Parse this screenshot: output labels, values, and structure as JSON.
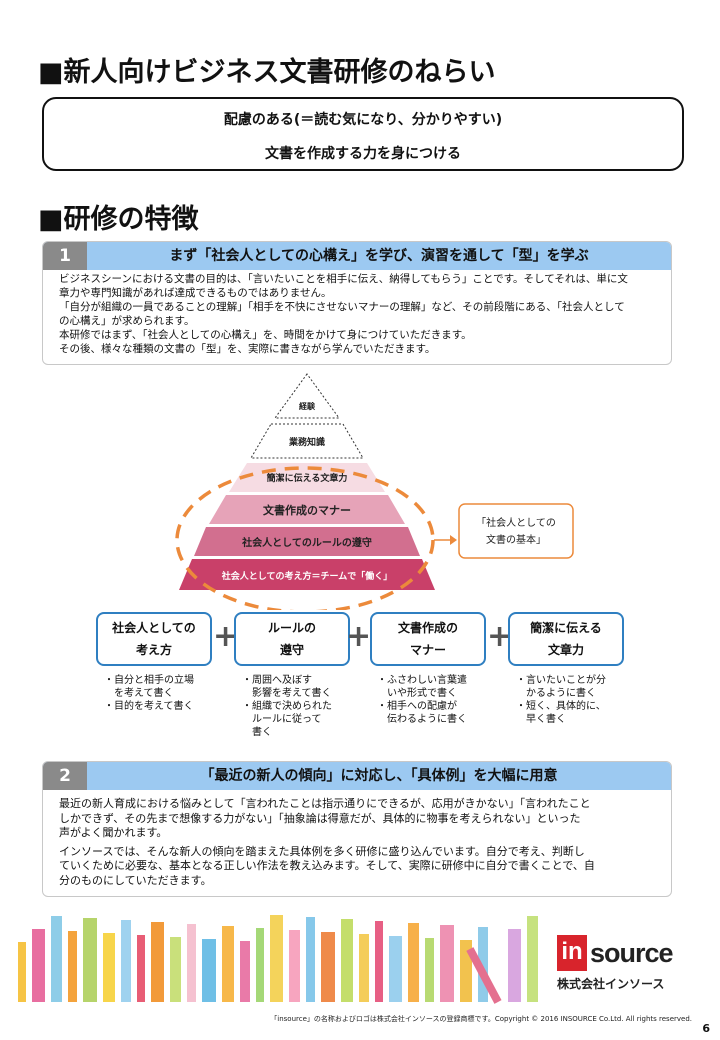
{
  "heading1": "■新人向けビジネス文書研修のねらい",
  "aim": {
    "line1": "配慮のある(＝読む気になり、分かりやすい)",
    "line2": "文書を作成する力を身につける"
  },
  "heading2": "■研修の特徴",
  "section1": {
    "number": "1",
    "title": "まず「社会人としての心構え」を学び、演習を通して「型」を学ぶ",
    "lines": [
      "ビジネスシーンにおける文書の目的は、「言いたいことを相手に伝え、納得してもらう」ことです。そしてそれは、単に文",
      "章力や専門知識があれば達成できるものではありません。",
      "「自分が組織の一員であることの理解」「相手を不快にさせないマナーの理解」など、その前段階にある、「社会人として",
      "の心構え」が求められます。",
      "本研修ではまず、「社会人としての心構え」を、時間をかけて身につけていただきます。",
      "その後、様々な種類の文書の「型」を、実際に書きながら学んでいただきます。"
    ]
  },
  "pyramid": {
    "levels": [
      "経験",
      "業務知識",
      "簡潔に伝える文章力",
      "文書作成のマナー",
      "社会人としてのルールの遵守",
      "社会人としての考え方＝チームで「働く」"
    ],
    "colors": [
      "#ffffff",
      "#ffffff",
      "#f6dce3",
      "#e6a3b8",
      "#d26f8f",
      "#c94069"
    ],
    "callout_line1": "「社会人としての",
    "callout_line2": "文書の基本」",
    "callout_color": "#ec8a3b"
  },
  "elements": [
    {
      "title": "社会人としての\n考え方",
      "bullets": [
        "・自分と相手の立場",
        "　を考えて書く",
        "・目的を考えて書く"
      ]
    },
    {
      "title": "ルールの\n遵守",
      "bullets": [
        "・周囲へ及ぼす",
        "　影響を考えて書く",
        "・組織で決められた",
        "　ルールに従って",
        "　書く"
      ]
    },
    {
      "title": "文書作成の\nマナー",
      "bullets": [
        "・ふさわしい言葉遣",
        "　いや形式で書く",
        "・相手への配慮が",
        "　伝わるように書く"
      ]
    },
    {
      "title": "簡潔に伝える\n文章力",
      "bullets": [
        "・言いたいことが分",
        "　かるように書く",
        "・短く、具体的に、",
        "　早く書く"
      ]
    }
  ],
  "plus": "+",
  "section2": {
    "number": "2",
    "title": "「最近の新人の傾向」に対応し、「具体例」を大幅に用意",
    "lines": [
      "最近の新人育成における悩みとして「言われたことは指示通りにできるが、応用がきかない」「言われたこと",
      "しかできず、その先まで想像する力がない」「抽象論は得意だが、具体的に物事を考えられない」といった",
      "声がよく聞かれます。",
      "インソースでは、そんな新人の傾向を踏まえた具体例を多く研修に盛り込んでいます。自分で考え、判断し",
      "ていくために必要な、基本となる正しい作法を教え込みます。そして、実際に研修中に自分で書くことで、自",
      "分のものにしていただきます。"
    ]
  },
  "logo": {
    "in": "in",
    "source": "source",
    "company": "株式会社インソース"
  },
  "footer": "「insource」の名称およびロゴは株式会社インソースの登録商標です。Copyright © 2016 INSOURCE Co.Ltd. All rights reserved.",
  "page_number": "6",
  "book_colors": [
    "#f6c445",
    "#e86ea0",
    "#8ecde8",
    "#f4a33c",
    "#b6d46b",
    "#f7d54a",
    "#9fd2ef",
    "#e85d75",
    "#f29a3a",
    "#c9e07b",
    "#f5c1d0",
    "#6fbfe6",
    "#f7b84a",
    "#e97aa8",
    "#a5d877",
    "#f4d35b",
    "#f7a5bf",
    "#86c8ea",
    "#ef8a4a",
    "#c4de6b",
    "#f4cd5a",
    "#e75f84",
    "#9bd0ee",
    "#f7b04a",
    "#b8da72",
    "#ee92b3",
    "#f2c24e",
    "#8fcbe9",
    "#e4708f",
    "#d9a7e0",
    "#c6e27f"
  ]
}
